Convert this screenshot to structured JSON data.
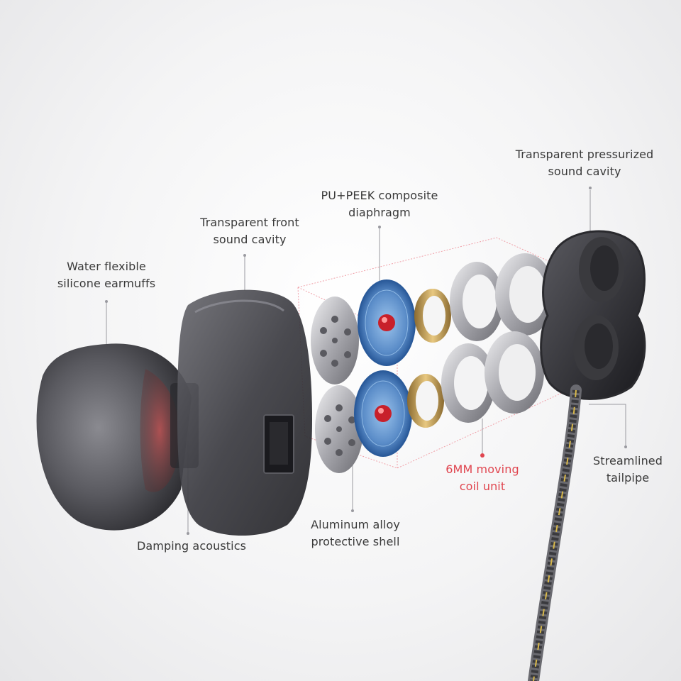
{
  "labels": {
    "earmuffs": {
      "line1": "Water flexible",
      "line2": "silicone earmuffs"
    },
    "front_cavity": {
      "line1": "Transparent front",
      "line2": "sound cavity"
    },
    "diaphragm": {
      "line1": "PU+PEEK composite",
      "line2": "diaphragm"
    },
    "pressurized_cavity": {
      "line1": "Transparent pressurized",
      "line2": "sound cavity"
    },
    "tailpipe": {
      "line1": "Streamlined",
      "line2": "tailpipe"
    },
    "coil_unit": {
      "line1": "6MM moving",
      "line2": "coil unit"
    },
    "shell": {
      "line1": "Aluminum alloy",
      "line2": "protective shell"
    },
    "damping": {
      "line1": "Damping acoustics"
    }
  },
  "colors": {
    "label_text": "#3a3a3a",
    "highlight": "#e0454f",
    "diaphragm_blue": "#5a8cc8",
    "diaphragm_center": "#c8202a",
    "ring_gold": "#c8a050",
    "cable_yellow": "#d8b84a"
  }
}
